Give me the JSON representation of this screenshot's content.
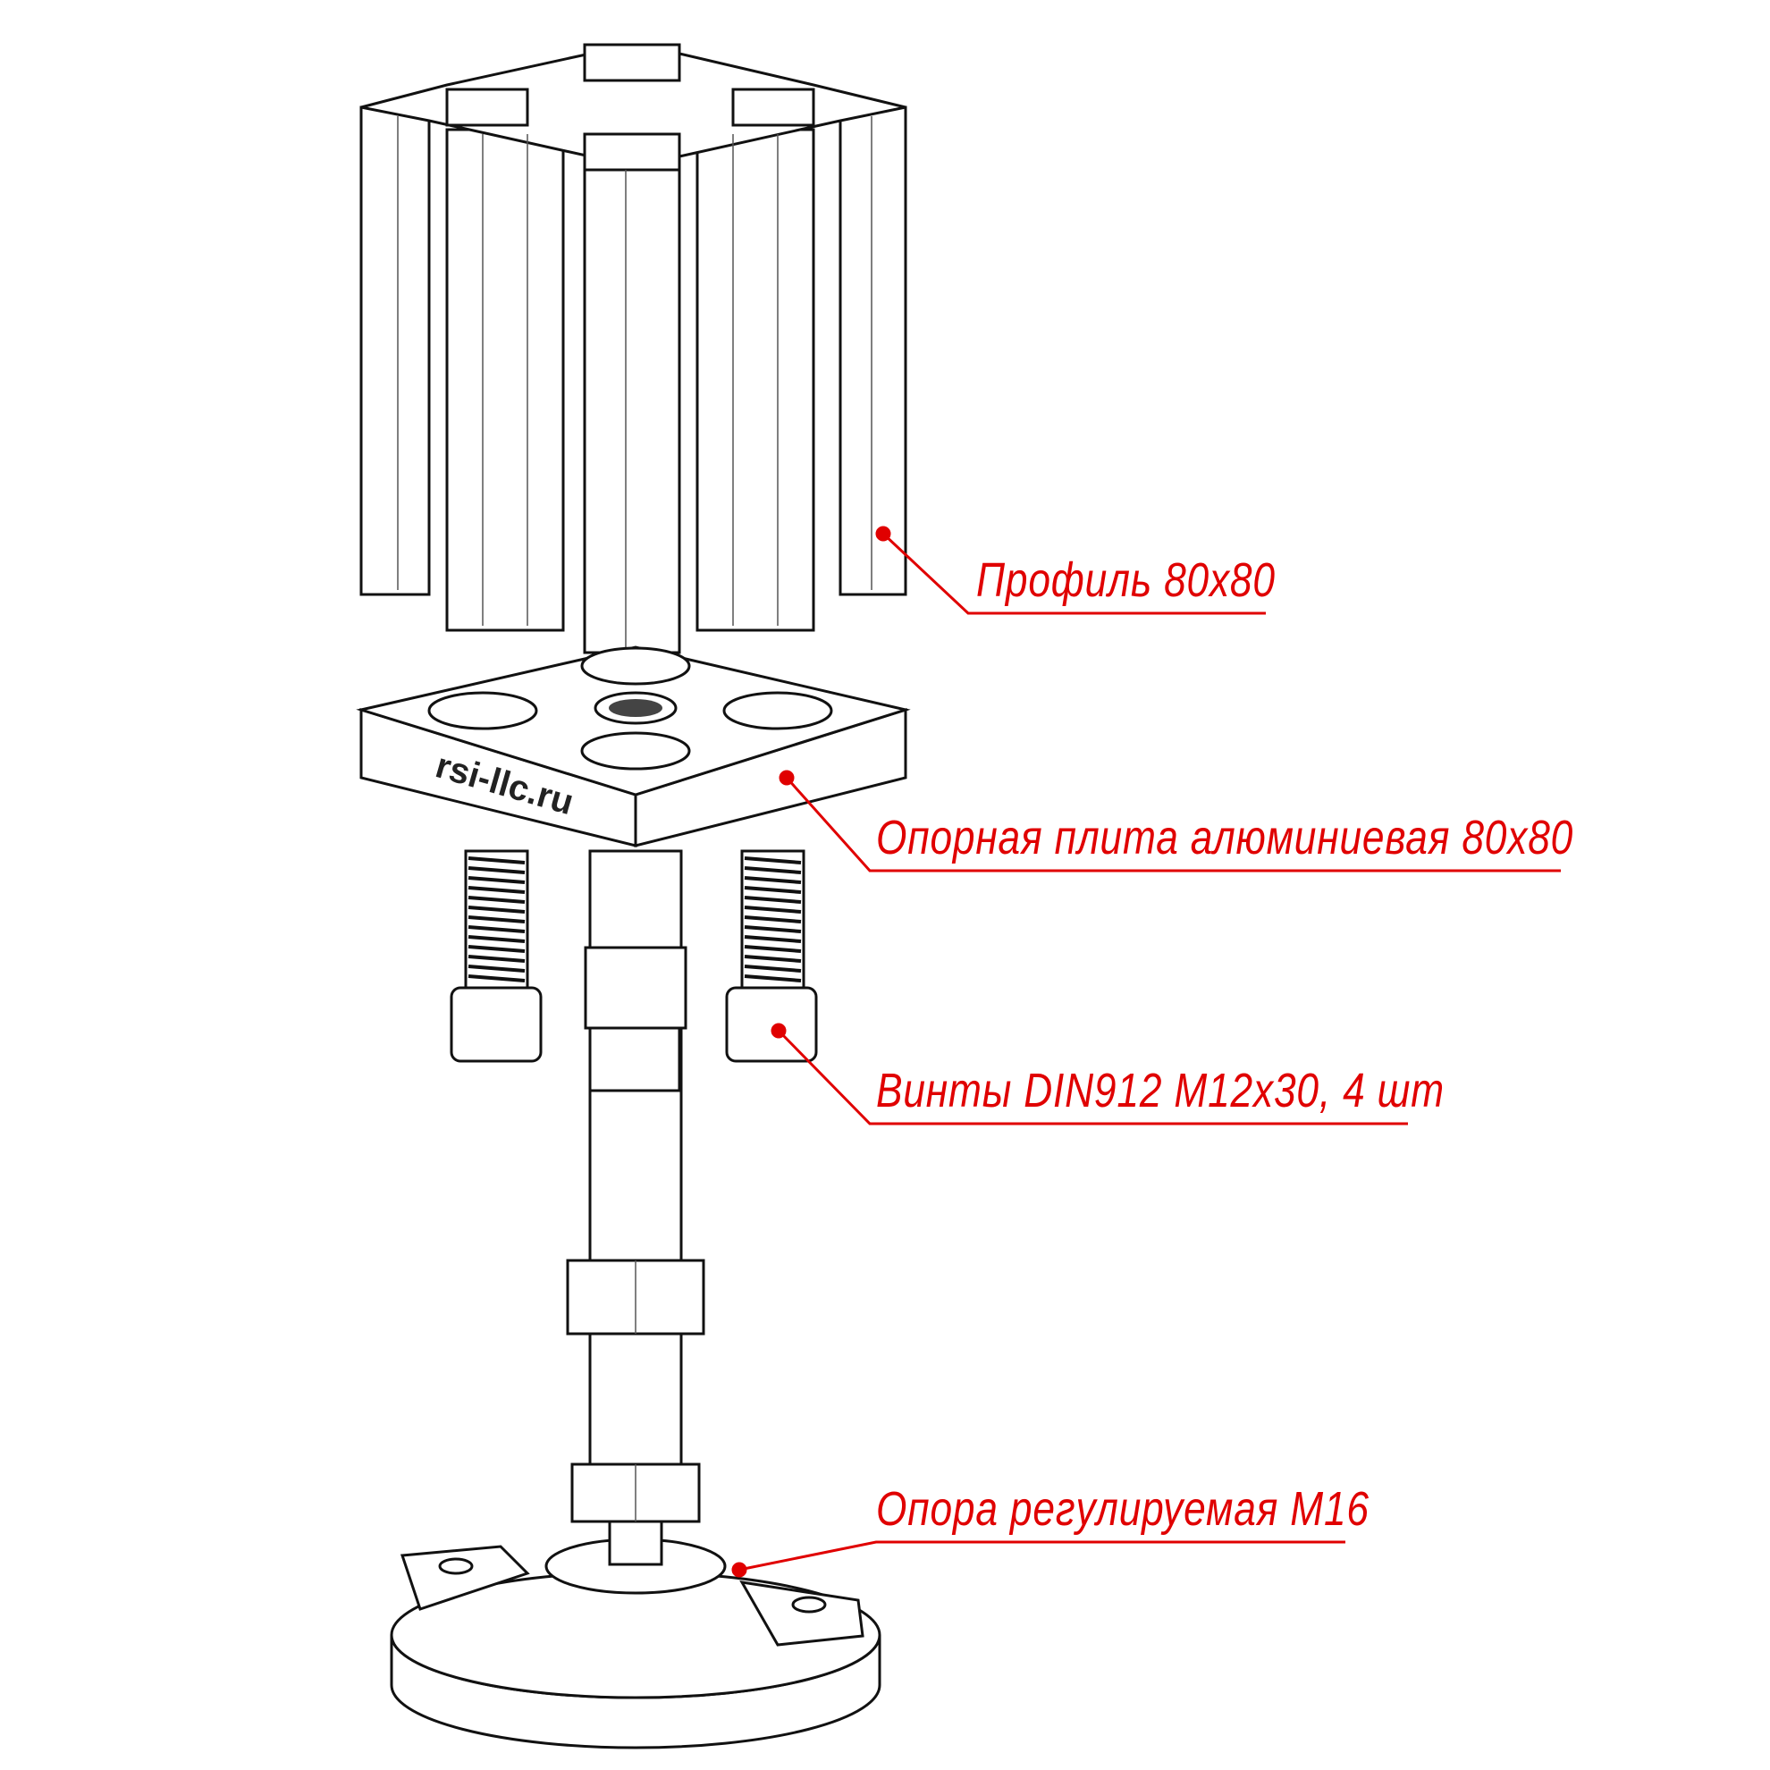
{
  "labels": {
    "profile": "Профиль 80х80",
    "plate": "Опорная плита алюминиевая 80х80",
    "screws": "Винты DIN912 M12х30, 4 шт",
    "foot": "Опора регулируемая М16"
  },
  "engraving": "rsi-llc.ru",
  "colors": {
    "callout": "#e00000",
    "line": "#111111"
  }
}
